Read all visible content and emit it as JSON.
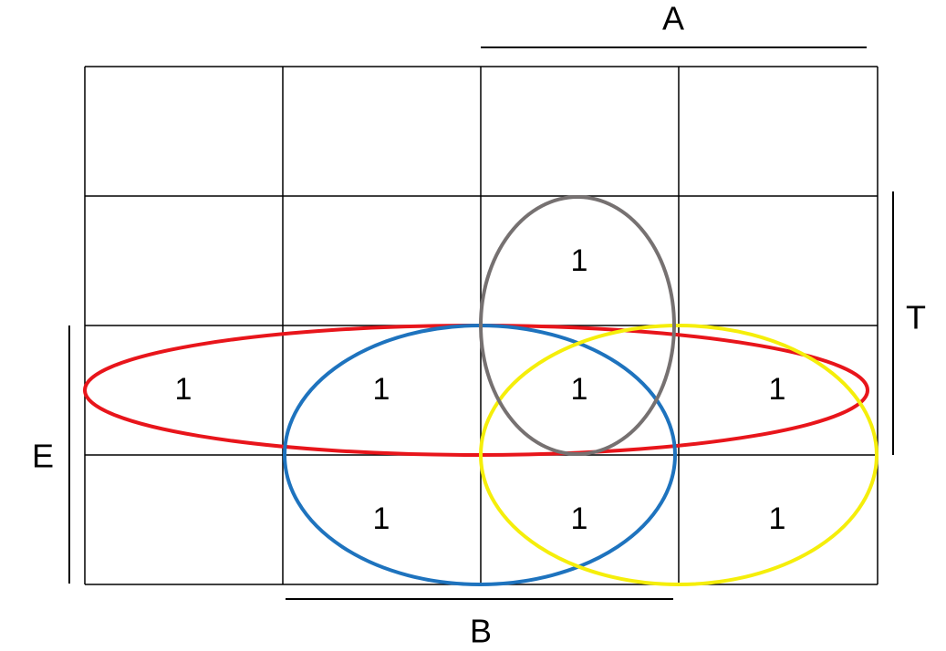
{
  "map": {
    "rows": 4,
    "cols": 4,
    "cells": [
      [
        "",
        "",
        "",
        ""
      ],
      [
        "",
        "",
        "1",
        ""
      ],
      [
        "1",
        "1",
        "1",
        "1"
      ],
      [
        "",
        "1",
        "1",
        "1"
      ]
    ]
  },
  "labels": {
    "A": "A",
    "T": "T",
    "E": "E",
    "B": "B"
  },
  "groups": [
    {
      "color": "#e8151b",
      "covers": "row 3, columns 1-4"
    },
    {
      "color": "#1e73be",
      "covers": "rows 3-4, columns 2-3"
    },
    {
      "color": "#f5ee0a",
      "covers": "rows 3-4, columns 3-4"
    },
    {
      "color": "#767171",
      "covers": "rows 2-3, column 3"
    }
  ]
}
